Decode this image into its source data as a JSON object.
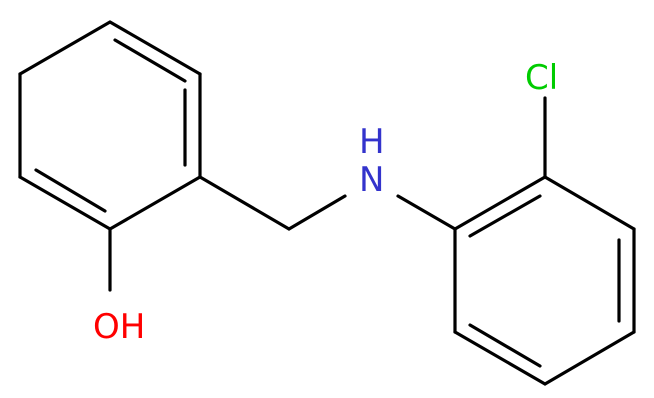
{
  "molecule": {
    "atoms": {
      "hydroxyl": {
        "label": "OH",
        "color": "#ff0000"
      },
      "amine": {
        "label": "H",
        "sublabel": "N",
        "color": "#3333cc"
      },
      "chlorine": {
        "label": "Cl",
        "color": "#00cc00"
      }
    },
    "bond_color": "#000000"
  }
}
